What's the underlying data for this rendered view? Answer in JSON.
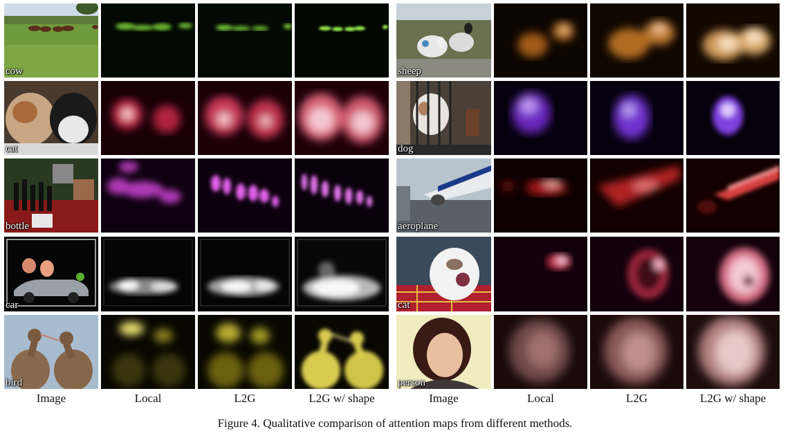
{
  "rows_left": [
    {
      "label": "cow",
      "color": "#8fe04a"
    },
    {
      "label": "cat",
      "color": "#c02040"
    },
    {
      "label": "bottle",
      "color": "#d040d0"
    },
    {
      "label": "car",
      "color": "#e8e8e8"
    },
    {
      "label": "bird",
      "color": "#d8cc30"
    }
  ],
  "rows_right": [
    {
      "label": "sheep",
      "color": "#e0a050"
    },
    {
      "label": "dog",
      "color": "#8a40e0"
    },
    {
      "label": "aeroplane",
      "color": "#d02020"
    },
    {
      "label": "cat",
      "color": "#d04860"
    },
    {
      "label": "person",
      "color": "#e8a8a8"
    }
  ],
  "column_headers": [
    "Image",
    "Local",
    "L2G",
    "L2G w/ shape",
    "Image",
    "Local",
    "L2G",
    "L2G w/ shape"
  ],
  "caption": "Figure 4. Qualitative comparison of attention maps from different methods."
}
